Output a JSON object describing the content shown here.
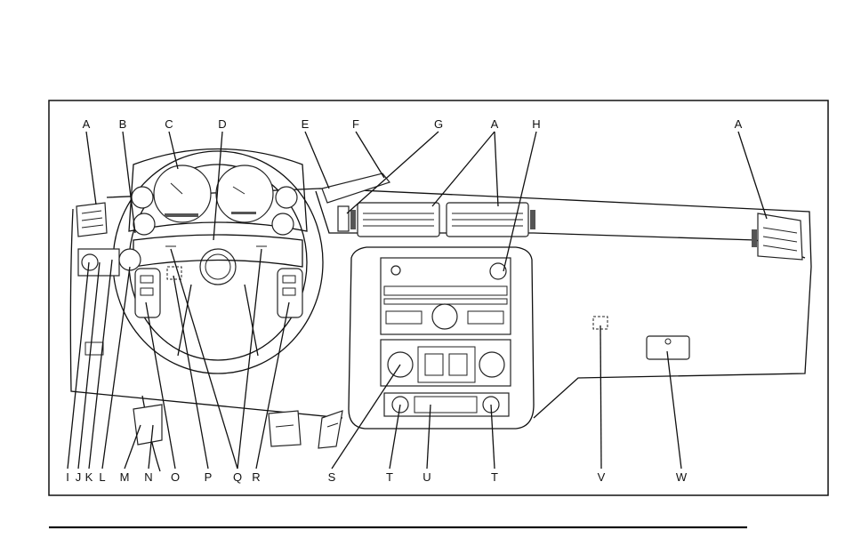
{
  "diagram": {
    "labels": {
      "A": "A",
      "B": "B",
      "C": "C",
      "D": "D",
      "E": "E",
      "F": "F",
      "G": "G",
      "H": "H",
      "I": "I",
      "J": "J",
      "K": "K",
      "L": "L",
      "M": "M",
      "N": "N",
      "O": "O",
      "P": "P",
      "Q": "Q",
      "R": "R",
      "S": "S",
      "T": "T",
      "U": "U",
      "V": "V",
      "W": "W"
    }
  },
  "colors": {
    "line": "#111111",
    "background": "#ffffff"
  }
}
